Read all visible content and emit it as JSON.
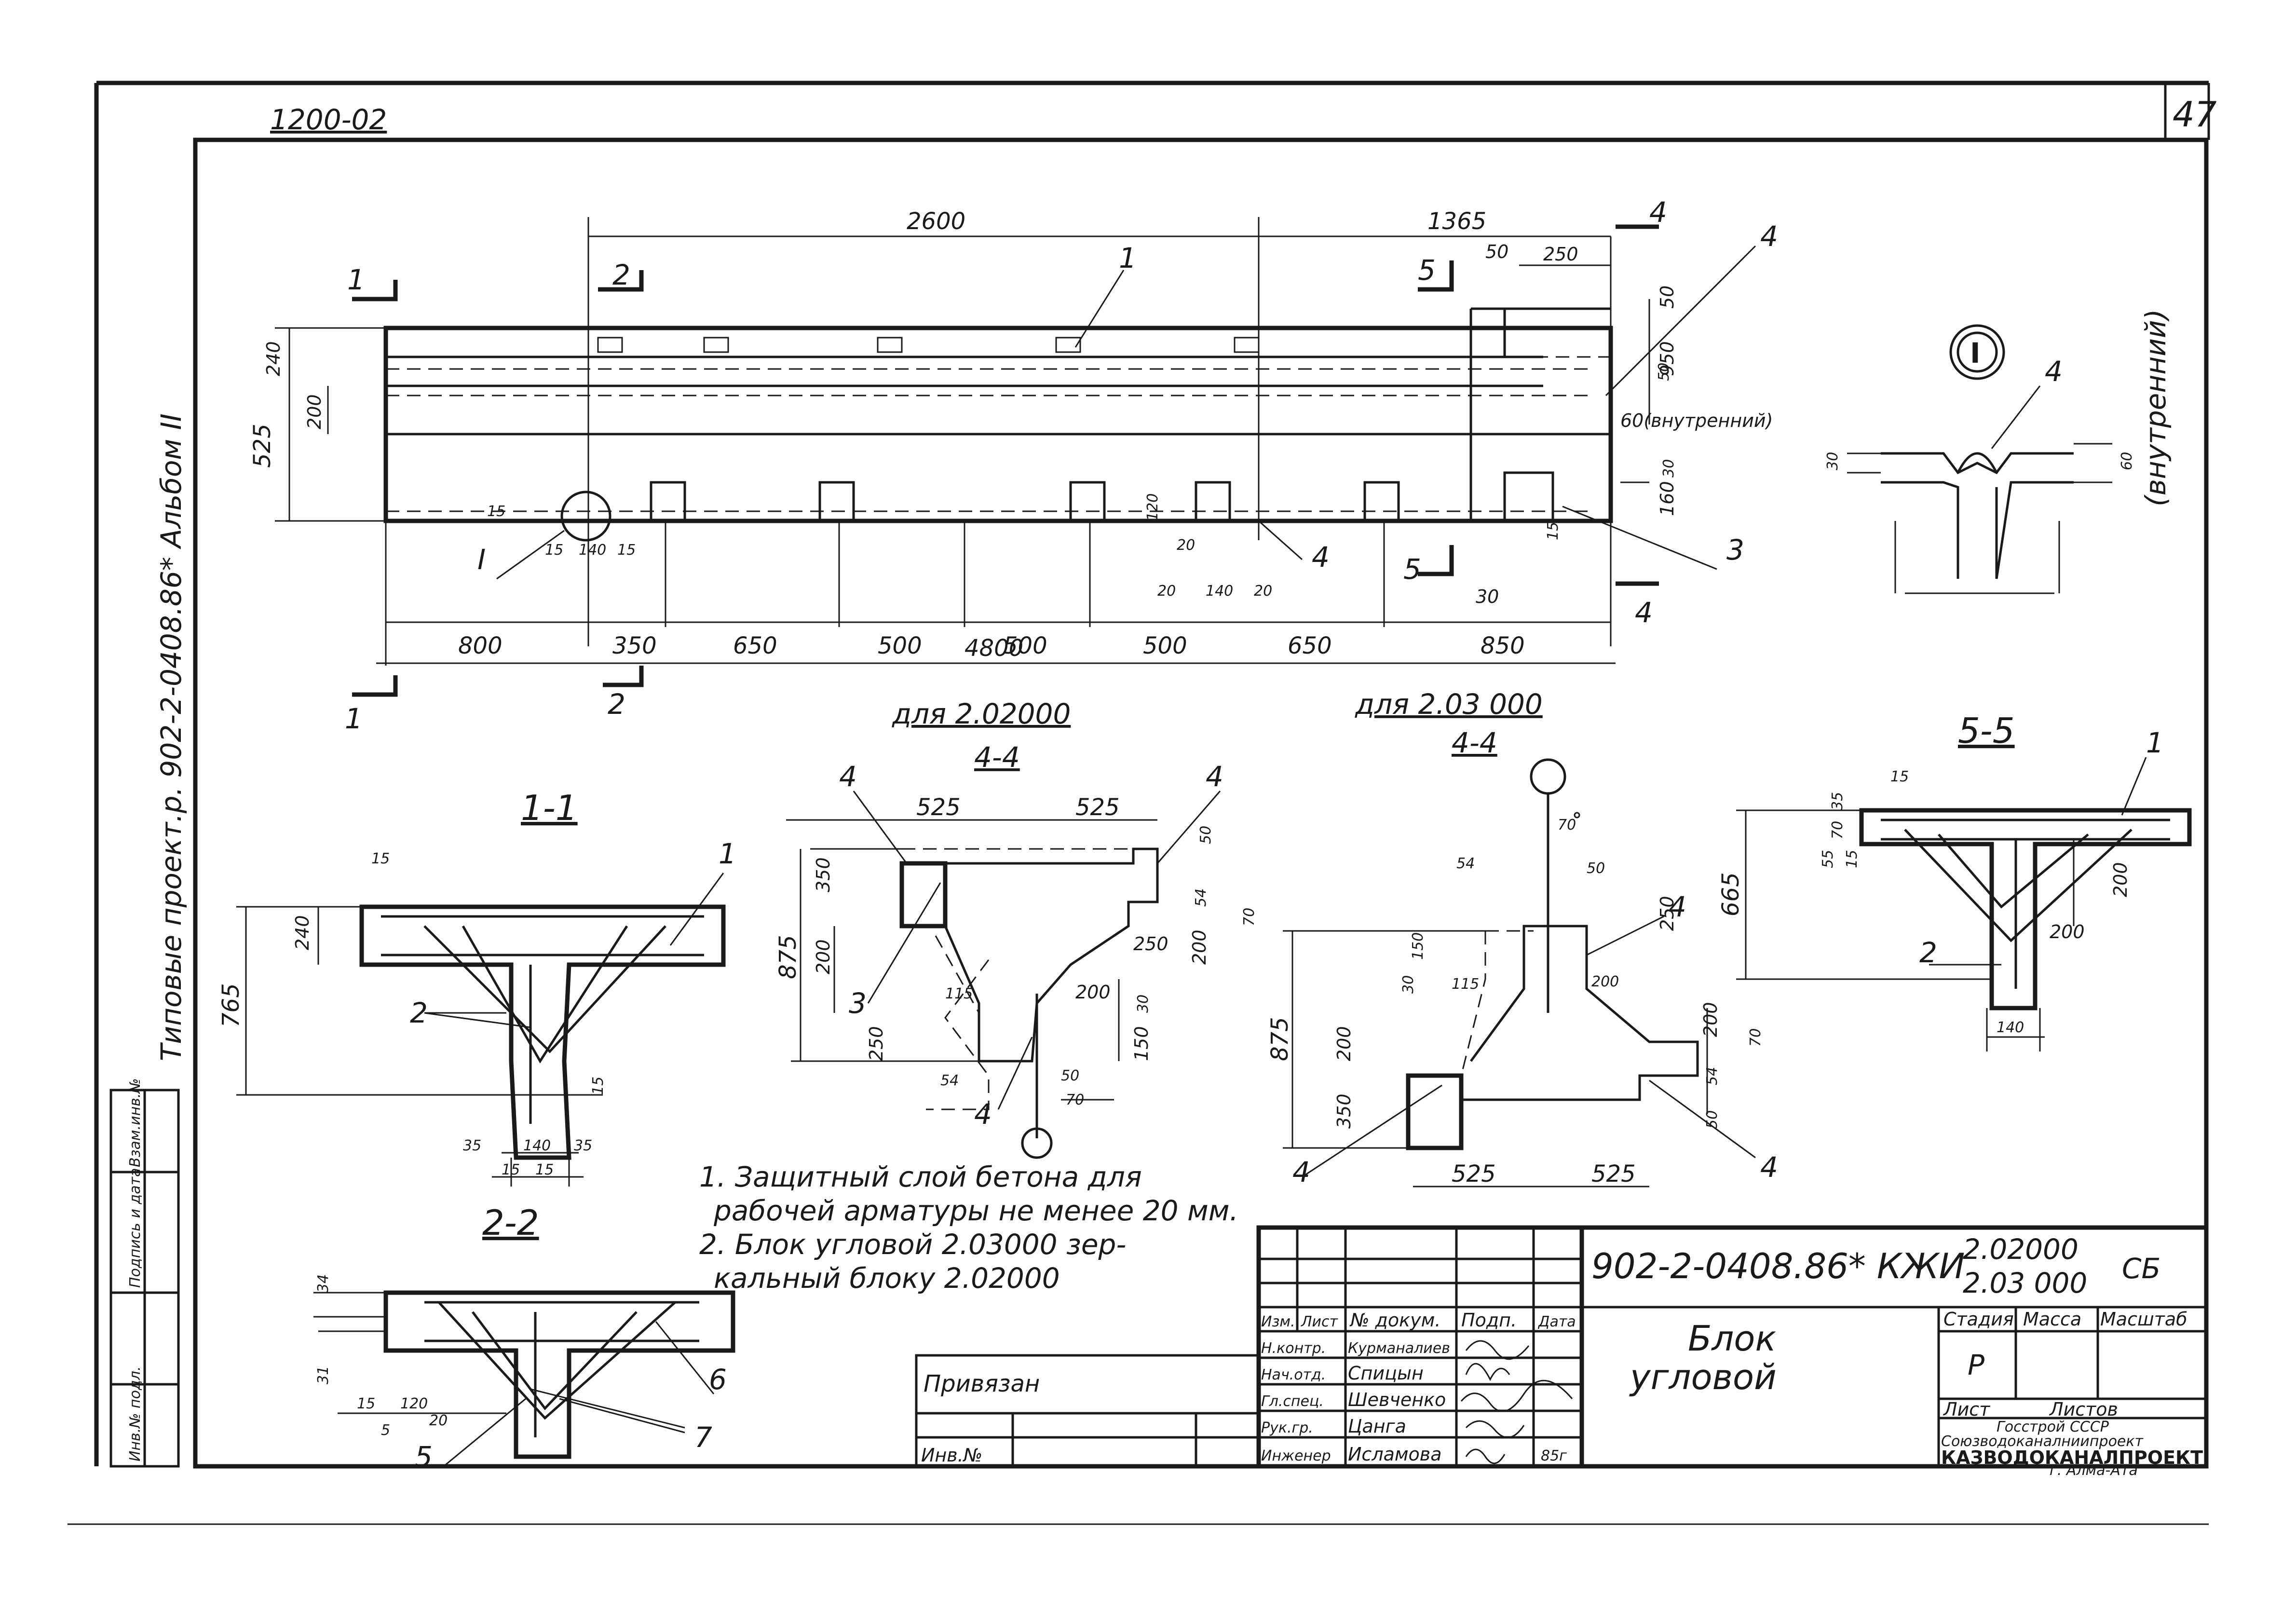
{
  "sheet": {
    "series_code": "1200-02",
    "sheet_number": "47",
    "side_caption": "Типовые проект.р. 902-2-0408.86* Альбом II"
  },
  "left_stamp": {
    "inv_podl": "Инв.№ подл.",
    "podpis_data": "Подпись и дата",
    "vzam_inv": "Взам.инв.№"
  },
  "plan": {
    "dims_top": [
      "2600",
      "1365",
      "50",
      "250"
    ],
    "dims_left": [
      "240",
      "200",
      "525"
    ],
    "dims_right": [
      "50",
      "50",
      "950",
      "30",
      "160",
      "15"
    ],
    "dims_bottom": [
      "800",
      "350",
      "650",
      "500",
      "500",
      "500",
      "650",
      "850"
    ],
    "dim_total": "4800",
    "small_dims": [
      "15",
      "140",
      "15",
      "120",
      "20",
      "20",
      "140",
      "20",
      "15",
      "30"
    ],
    "note_inner": "60(внутренний)",
    "section_marks": [
      "1",
      "1",
      "2",
      "2",
      "4",
      "4",
      "5",
      "5"
    ],
    "callouts": [
      "1",
      "4",
      "3",
      "4",
      "I"
    ]
  },
  "detail_I": {
    "label": "I",
    "callout": "4",
    "dims": [
      "30",
      "60"
    ],
    "note": "(внутренний)"
  },
  "section_1_1": {
    "title": "1-1",
    "dims": [
      "15",
      "240",
      "765",
      "15",
      "35",
      "140",
      "35",
      "15",
      "15"
    ],
    "callouts": [
      "1",
      "2"
    ]
  },
  "section_2_2": {
    "title": "2-2",
    "dims": [
      "34",
      "31",
      "15",
      "120",
      "5",
      "20"
    ],
    "callouts": [
      "6",
      "5",
      "7"
    ]
  },
  "section_4_4_a": {
    "for_label": "для  2.02000",
    "title": "4-4",
    "dims": [
      "525",
      "525",
      "50",
      "350",
      "54",
      "70",
      "875",
      "200",
      "250",
      "115",
      "200",
      "30",
      "250",
      "150",
      "54",
      "50",
      "70"
    ],
    "callouts": [
      "4",
      "4",
      "3",
      "4"
    ]
  },
  "section_4_4_b": {
    "for_label": "для  2.03 000",
    "title": "4-4",
    "dims": [
      "70",
      "50",
      "54",
      "250",
      "150",
      "30",
      "115",
      "200",
      "875",
      "200",
      "200",
      "70",
      "350",
      "50",
      "54",
      "525",
      "525"
    ],
    "callouts": [
      "4",
      "4",
      "4"
    ]
  },
  "section_5_5": {
    "title": "5-5",
    "dims": [
      "15",
      "35",
      "70",
      "55",
      "15",
      "665",
      "200",
      "200",
      "140"
    ],
    "callouts": [
      "1",
      "2"
    ]
  },
  "notes": [
    "1. Защитный слой бетона для",
    "рабочей арматуры не менее 20 мм.",
    "2. Блок угловой 2.03000 зер-",
    "кальный блоку 2.02000"
  ],
  "privyazan": {
    "label": "Привязан",
    "inv": "Инв.№"
  },
  "title_block": {
    "doc_code": "902-2-0408.86* КЖИ",
    "mark_1": "2.02000",
    "mark_2": "2.03 000",
    "mark_suffix": "СБ",
    "columns": [
      "Изм.",
      "Лист",
      "№ докум.",
      "Подп.",
      "Дата"
    ],
    "roles": [
      "Н.контр.",
      "Нач.отд.",
      "Гл.спец.",
      "Рук.гр.",
      "Инженер"
    ],
    "names": [
      "Курманалиев",
      "Спицын",
      "Шевченко",
      "Цанга",
      "Исламова"
    ],
    "date": "85г",
    "doc_title_1": "Блок",
    "doc_title_2": "угловой",
    "stage_head": "Стадия",
    "mass_head": "Масса",
    "scale_head": "Масштаб",
    "stage": "Р",
    "sheet_label": "Лист",
    "sheets_label": "Листов",
    "org_1": "Госстрой СССР",
    "org_2": "Союзводоканалниипроект",
    "org_3": "КАЗВОДОКАНАЛПРОЕКТ",
    "org_4": "г. Алма-Ата"
  }
}
